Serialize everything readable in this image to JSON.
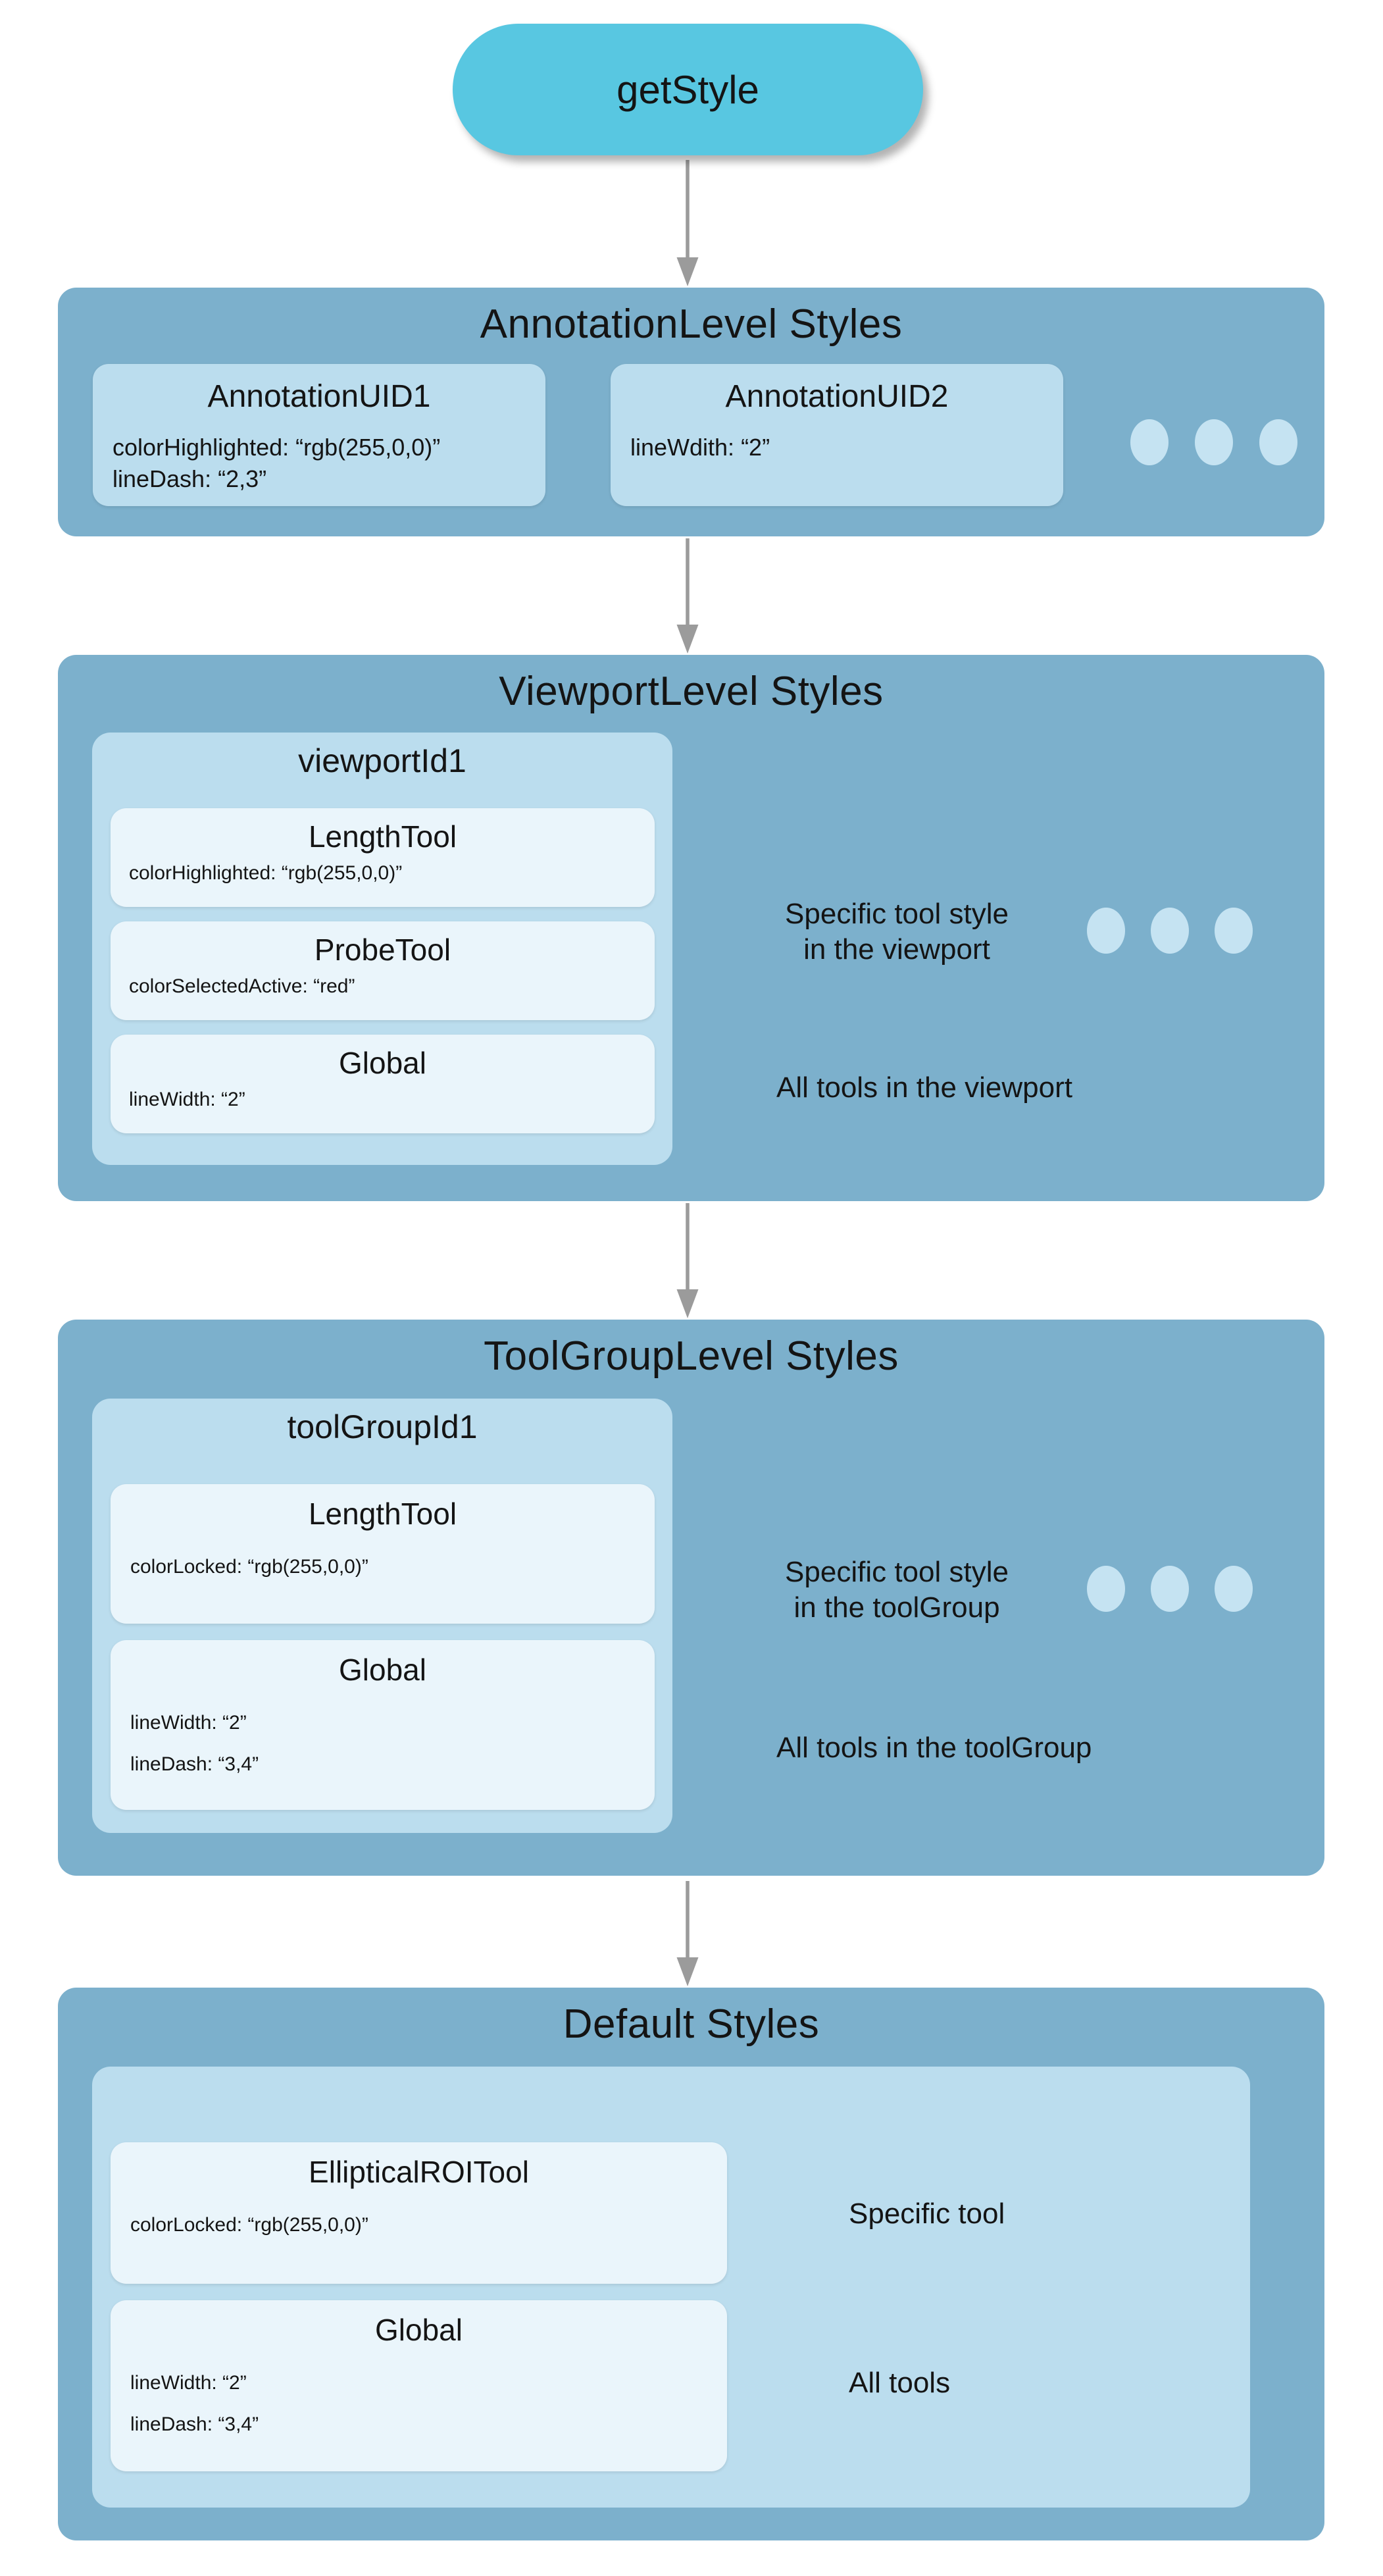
{
  "colors": {
    "box_bg": "#7cb0cc",
    "panel_bg": "#bbddee",
    "card_bg": "#eaf5fb",
    "pill_bg": "#58c7e1",
    "arrow": "#9b9b9b",
    "dot": "#c5e3f2",
    "text": "#141414"
  },
  "start": {
    "label": "getStyle"
  },
  "levels": [
    {
      "title": "AnnotationLevel Styles",
      "cards": [
        {
          "title": "AnnotationUID1",
          "props": [
            "colorHighlighted: “rgb(255,0,0)”",
            "lineDash: “2,3”"
          ]
        },
        {
          "title": "AnnotationUID2",
          "props": [
            "lineWdith: “2”"
          ]
        }
      ]
    },
    {
      "title": "ViewportLevel Styles",
      "panel_title": "viewportId1",
      "cards": [
        {
          "title": "LengthTool",
          "props": [
            "colorHighlighted: “rgb(255,0,0)”"
          ]
        },
        {
          "title": "ProbeTool",
          "props": [
            "colorSelectedActive: “red”"
          ]
        },
        {
          "title": "Global",
          "props": [
            "lineWidth: “2”"
          ]
        }
      ],
      "labels": {
        "specific_line1": "Specific tool style",
        "specific_line2": "in the viewport",
        "all": "All tools in the viewport"
      }
    },
    {
      "title": "ToolGroupLevel Styles",
      "panel_title": "toolGroupId1",
      "cards": [
        {
          "title": "LengthTool",
          "props": [
            "colorLocked: “rgb(255,0,0)”"
          ]
        },
        {
          "title": "Global",
          "props": [
            "lineWidth: “2”",
            "lineDash: “3,4”"
          ]
        }
      ],
      "labels": {
        "specific_line1": "Specific tool style",
        "specific_line2": "in the toolGroup",
        "all": "All tools in the toolGroup"
      }
    },
    {
      "title": "Default Styles",
      "cards": [
        {
          "title": "EllipticalROITool",
          "props": [
            "colorLocked: “rgb(255,0,0)”"
          ]
        },
        {
          "title": "Global",
          "props": [
            "lineWidth: “2”",
            "lineDash: “3,4”"
          ]
        }
      ],
      "labels": {
        "specific": "Specific tool",
        "all": "All tools"
      }
    }
  ]
}
